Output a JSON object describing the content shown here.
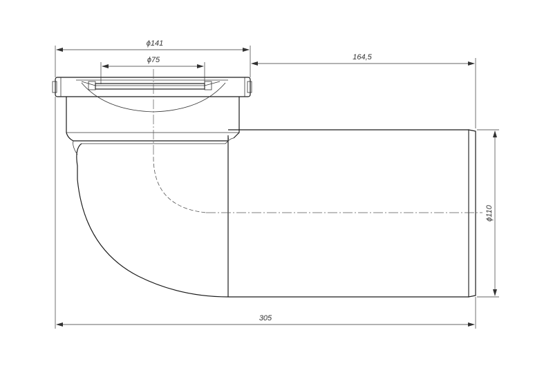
{
  "drawing": {
    "dimensions": {
      "flange_diameter": "ϕ141",
      "inlet_diameter": "ϕ75",
      "offset_length": "164,5",
      "outlet_diameter": "ϕ110",
      "overall_length": "305"
    },
    "colors": {
      "line": "#1a1a1a",
      "background": "#ffffff"
    }
  }
}
